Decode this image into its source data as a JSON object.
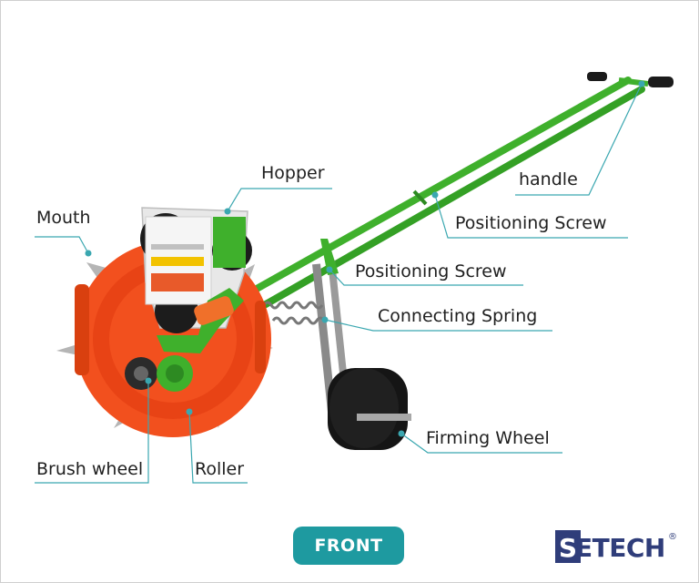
{
  "labels": {
    "hopper": "Hopper",
    "mouth": "Mouth",
    "handle": "handle",
    "positioning_screw_upper": "Positioning Screw",
    "positioning_screw_lower": "Positioning Screw",
    "connecting_spring": "Connecting Spring",
    "firming_wheel": "Firming Wheel",
    "brush_wheel": "Brush wheel",
    "roller": "Roller"
  },
  "front_button": {
    "label": "FRONT"
  },
  "brand": {
    "logo_letter": "S",
    "word": "ETECH",
    "registered": "®"
  },
  "colors": {
    "label_line": "#3aa7b0",
    "wheel_orange": "#f2501e",
    "frame_green": "#3fb02c",
    "front_button": "#1e9aa0",
    "brand_navy": "#2f3d7a"
  }
}
